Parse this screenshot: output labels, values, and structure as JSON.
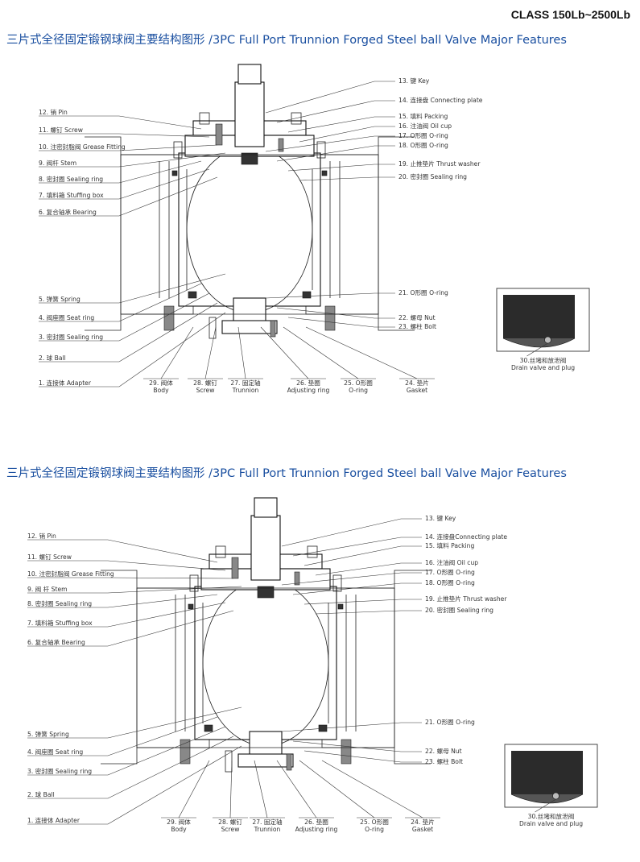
{
  "header": {
    "class_label": "CLASS 150Lb~2500Lb"
  },
  "sections": [
    {
      "title": "三片式全径固定锻钢球阀主要结构图形 /3PC Full Port Trunnion Forged Steel ball Valve Major Features",
      "labels_left": [
        "12. 销 Pin",
        "11. 螺钉 Screw",
        "10. 注密封脂阀 Grease Fitting",
        "9. 阀杆 Stem",
        "8. 密封圈 Sealing ring",
        "7. 填料箱 Stuffing box",
        "6. 复合轴承 Bearing",
        "5. 弹簧 Spring",
        "4. 阀座圈 Seat ring",
        "3. 密封圈 Sealing ring",
        "2. 球 Ball",
        "1. 连接体 Adapter"
      ],
      "labels_right": [
        "13. 键 Key",
        "14. 连接盘 Connecting plate",
        "15. 填料 Packing",
        "16. 注油阀 Oil cup",
        "17. O形圈 O-ring",
        "18. O形圈 O-ring",
        "19. 止推垫片 Thrust washer",
        "20. 密封圈 Sealing ring",
        "21. O形圈 O-ring",
        "22. 螺母 Nut",
        "23. 螺柱 Bolt"
      ],
      "labels_bottom": [
        [
          "29. 阀体",
          "Body"
        ],
        [
          "28. 螺钉",
          "Screw"
        ],
        [
          "27. 固定轴",
          "Trunnion"
        ],
        [
          "26. 垫圈",
          "Adjusting ring"
        ],
        [
          "25. O形圈",
          "O-ring"
        ],
        [
          "24. 垫片",
          "Gasket"
        ]
      ],
      "inset": {
        "line1": "30.丝堵和放泄阀",
        "line2": "Drain valve and plug"
      }
    },
    {
      "title": "三片式全径固定锻钢球阀主要结构图形 /3PC Full Port Trunnion Forged Steel ball Valve Major Features",
      "labels_left": [
        "12. 销  Pin",
        "11. 螺钉 Screw",
        "10. 注密封脂阀 Grease Fitting",
        "9. 阀 杆 Stem",
        "8. 密封圈 Sealing ring",
        "7. 填料箱 Stuffing box",
        "6. 复合轴承 Bearing",
        "5. 弹簧 Spring",
        "4. 阀座圈 Seat ring",
        "3. 密封圈 Sealing ring",
        "2. 球 Ball",
        "1. 连接体 Adapter"
      ],
      "labels_right": [
        "13. 键 Key",
        "14. 连接盘Connecting plate",
        "15. 填料 Packing",
        "16. 注油阀 Oil cup",
        "17. O形圈 O-ring",
        "18. O形圈 O-ring",
        "19. 止推垫片 Thrust washer",
        "20. 密封圈 Sealing ring",
        "21. O形圈 O-ring",
        "22. 螺母 Nut",
        "23. 螺柱 Bolt"
      ],
      "labels_bottom": [
        [
          "29. 阀体",
          "Body"
        ],
        [
          "28. 螺钉",
          "Screw"
        ],
        [
          "27. 固定轴",
          "Trunnion"
        ],
        [
          "26. 垫圈",
          "Adjusting ring"
        ],
        [
          "25. O形圈",
          "O-ring"
        ],
        [
          "24. 垫片",
          "Gasket"
        ]
      ],
      "inset": {
        "line1": "30.丝堵和放泄阀",
        "line2": "Drain valve and plug"
      }
    }
  ]
}
